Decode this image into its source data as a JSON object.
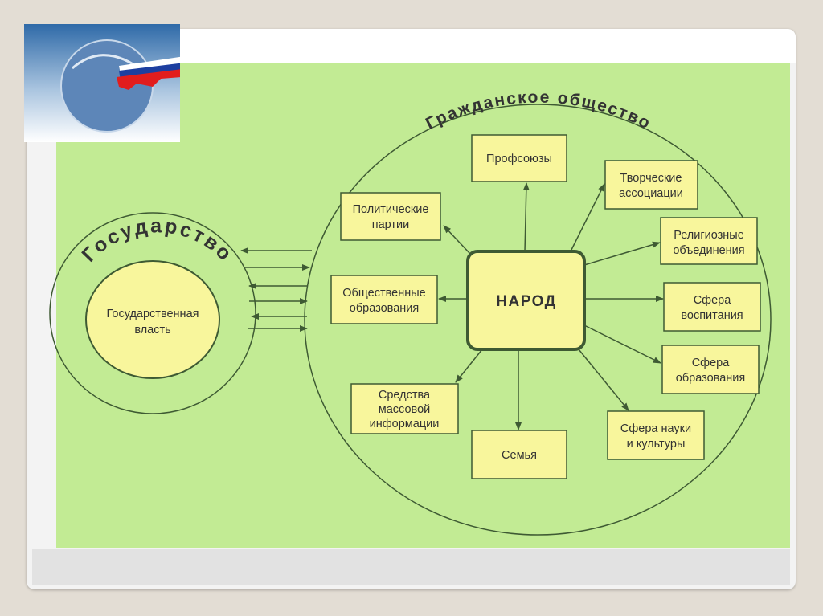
{
  "diagram": {
    "civil_society_title": "Гражданское общество",
    "state_title": "Государство",
    "state_power": [
      "Государственная",
      "власть"
    ],
    "center": "НАРОД",
    "nodes": {
      "unions": [
        "Профсоюзы"
      ],
      "creative": [
        "Творческие",
        "ассоциации"
      ],
      "parties": [
        "Политические",
        "партии"
      ],
      "religious": [
        "Религиозные",
        "объединения"
      ],
      "public": [
        "Общественные",
        "образования"
      ],
      "upbringing": [
        "Сфера",
        "воспитания"
      ],
      "education": [
        "Сфера",
        "образования"
      ],
      "media": [
        "Средства",
        "массовой",
        "информации"
      ],
      "family": [
        "Семья"
      ],
      "science": [
        "Сфера науки",
        "и культуры"
      ]
    }
  },
  "colors": {
    "background": "#c2eb94",
    "box": "#f8f69c",
    "line": "#3e5a33"
  }
}
